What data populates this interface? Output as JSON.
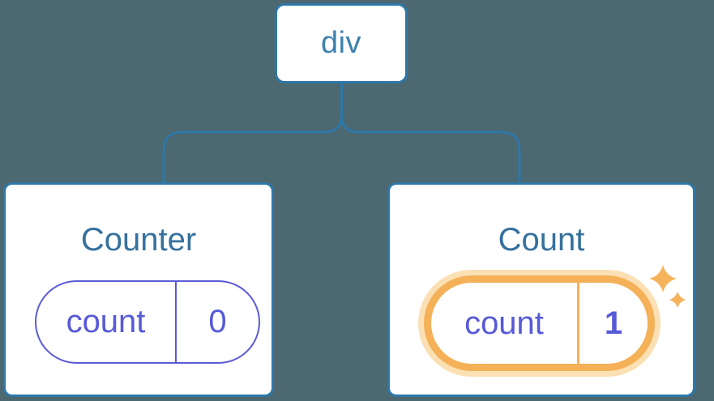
{
  "canvas": {
    "background": "#4C6871"
  },
  "tree": {
    "root": {
      "label": "div"
    },
    "cards": [
      {
        "title": "Counter",
        "state_key": "count",
        "state_value": "0",
        "highlighted": false
      },
      {
        "title": "Count",
        "state_key": "count",
        "state_value": "1",
        "highlighted": true
      }
    ]
  },
  "icons": {
    "sparkles": "sparkles-icon"
  },
  "colors": {
    "background": "#4C6871",
    "tree_stroke": "#2E78A8",
    "node_label": "#3D81AE",
    "card_title": "#35719E",
    "state_purple": "#5B5BD6",
    "state_text": "#575AD8",
    "highlight_orange": "#F4B158",
    "highlight_glow": "#FBE0B4",
    "card_background": "#FFFFFF"
  }
}
